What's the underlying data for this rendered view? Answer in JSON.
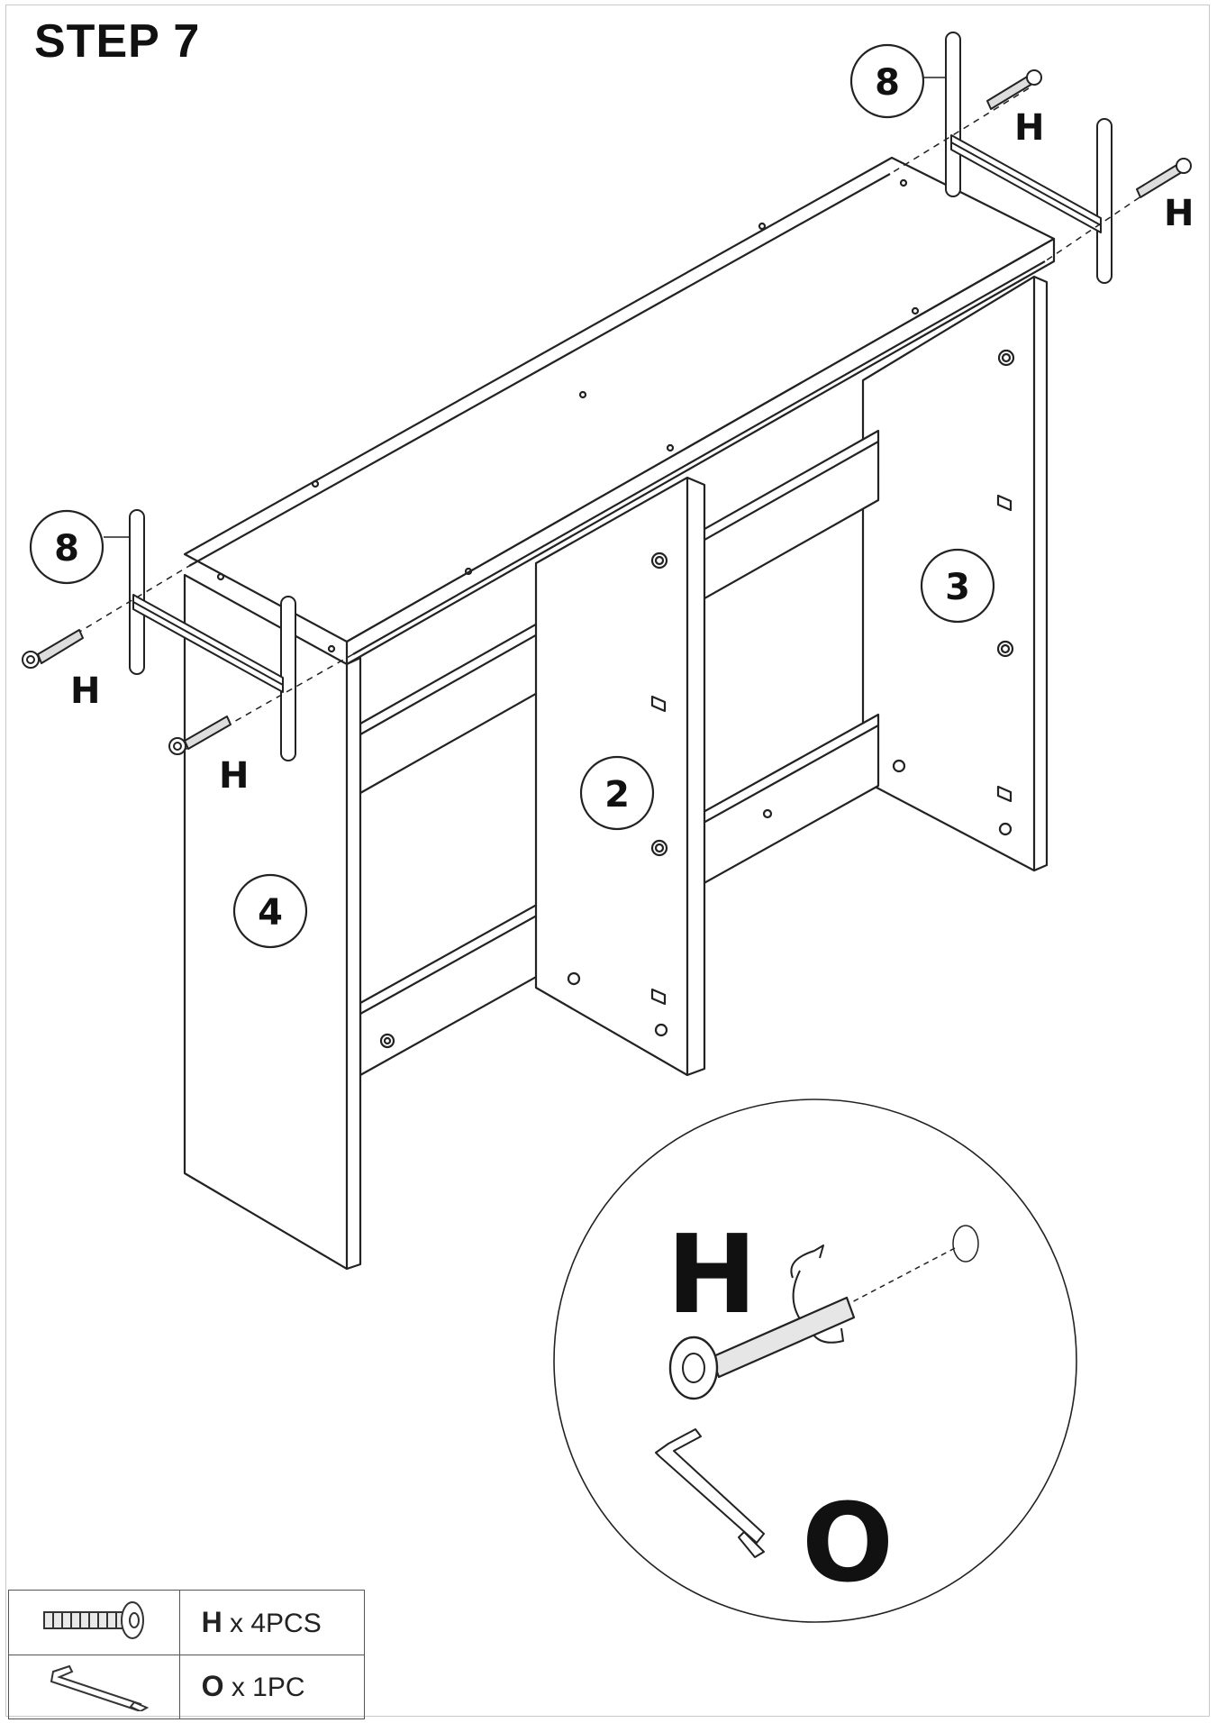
{
  "step": {
    "title": "STEP 7"
  },
  "parts": {
    "panel_2": "2",
    "panel_3": "3",
    "panel_4": "4",
    "leg_left": "8",
    "leg_right": "8"
  },
  "screws": {
    "label": "H"
  },
  "detail": {
    "screw_label": "H",
    "key_label": "O"
  },
  "hardware_list": [
    {
      "letter": "H",
      "qty": "x 4PCS",
      "icon": "bolt-icon"
    },
    {
      "letter": "O",
      "qty": "x 1PC",
      "icon": "allen-key-icon"
    }
  ]
}
